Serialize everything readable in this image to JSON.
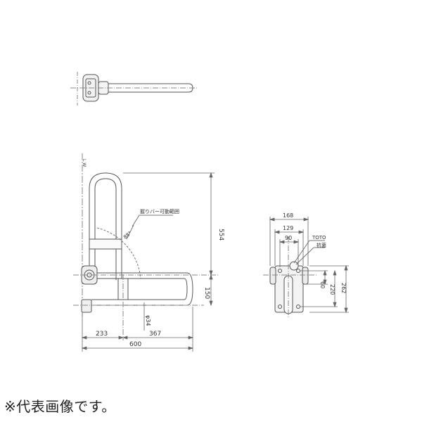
{
  "dimensions": {
    "height_total": "554",
    "height_lower": "150",
    "depth_left": "233",
    "depth_right": "367",
    "depth_total": "600",
    "diameter": "φ34",
    "angle": "88°",
    "width_plate": "168",
    "width_mid": "129",
    "width_inner": "90",
    "height_60": "60",
    "height_220": "220",
    "height_262": "262"
  },
  "labels": {
    "movable_range": "握りバー可動範囲",
    "brand": "TOTO",
    "antibacterial": "抗菌",
    "side_marker": "L W"
  },
  "footer_note": "※代表画像です。",
  "colors": {
    "line": "#555555",
    "dim": "#666666",
    "center": "#888888"
  }
}
